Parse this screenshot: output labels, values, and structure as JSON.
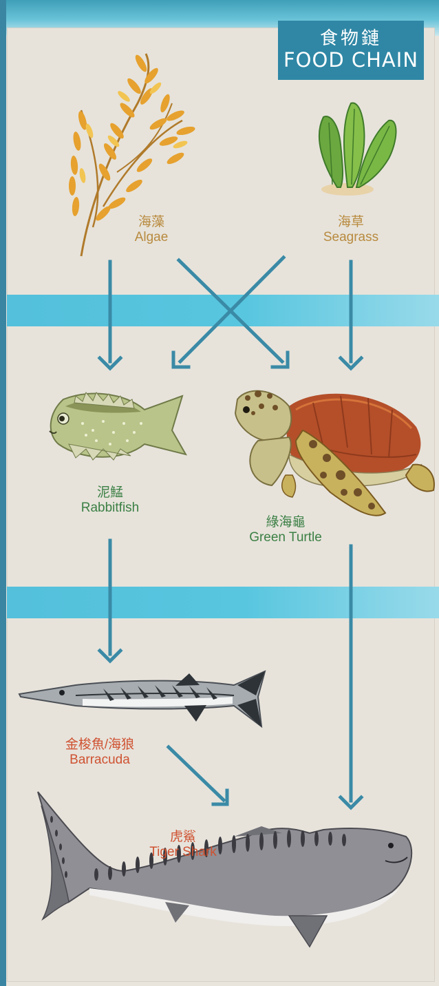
{
  "header": {
    "title_zh": "食物鏈",
    "title_en": "FOOD CHAIN"
  },
  "organisms": {
    "algae": {
      "zh": "海藻",
      "en": "Algae"
    },
    "seagrass": {
      "zh": "海草",
      "en": "Seagrass"
    },
    "rabbitfish": {
      "zh": "泥鯭",
      "en": "Rabbitfish"
    },
    "green_turtle": {
      "zh": "綠海龜",
      "en": "Green Turtle"
    },
    "barracuda": {
      "zh": "金梭魚/海狼",
      "en": "Barracuda"
    },
    "tiger_shark": {
      "zh": "虎鯊",
      "en": "Tiger Shark"
    }
  },
  "colors": {
    "arrow": "#3a8aa6",
    "band": "#58c6df",
    "badge": "#2f87a5",
    "plant_label": "#b88a3e",
    "herbivore_label": "#3b7f44",
    "predator_label": "#cf5231"
  }
}
